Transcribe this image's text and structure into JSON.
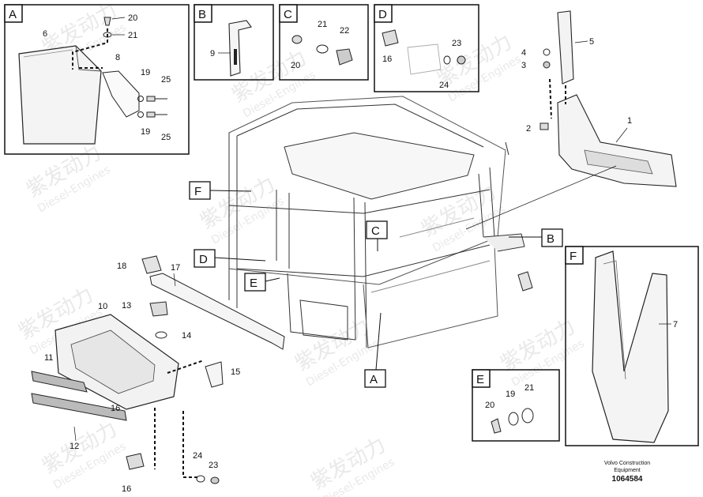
{
  "watermark": {
    "brand": "紫发动力",
    "text": "Diesel-Engines"
  },
  "panels": {
    "A": "A",
    "B": "B",
    "C": "C",
    "D": "D",
    "E": "E",
    "F": "F"
  },
  "callouts": {
    "A": "A",
    "B": "B",
    "C": "C",
    "D": "D",
    "E": "E",
    "F": "F"
  },
  "parts": {
    "p1": "1",
    "p2": "2",
    "p3": "3",
    "p4": "4",
    "p5": "5",
    "p6": "6",
    "p7": "7",
    "p8": "8",
    "p9": "9",
    "p10": "10",
    "p11": "11",
    "p12": "12",
    "p13": "13",
    "p14": "14",
    "p15": "15",
    "p16": "16",
    "p17": "17",
    "p18": "18",
    "p19": "19",
    "p20": "20",
    "p21": "21",
    "p22": "22",
    "p23": "23",
    "p24": "24",
    "p25": "25"
  },
  "caption": {
    "line1": "Volvo Construction",
    "line2": "Equipment",
    "number": "1064584"
  }
}
